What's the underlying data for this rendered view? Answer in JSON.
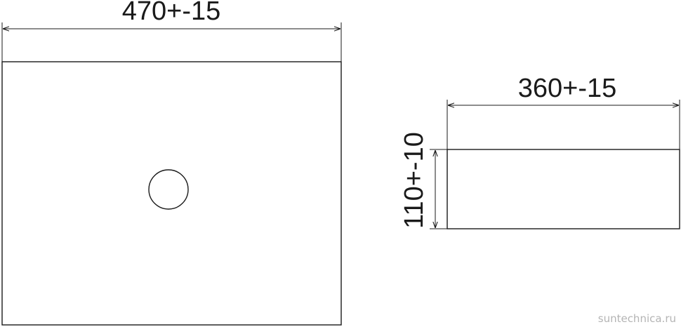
{
  "top_view": {
    "width_label": "470+-15"
  },
  "side_view": {
    "width_label": "360+-15",
    "height_label": "110+-10"
  },
  "watermark": "suntechnica.ru",
  "colors": {
    "line": "#1a1a1a",
    "watermark": "#b4b4b4",
    "background": "#ffffff"
  }
}
